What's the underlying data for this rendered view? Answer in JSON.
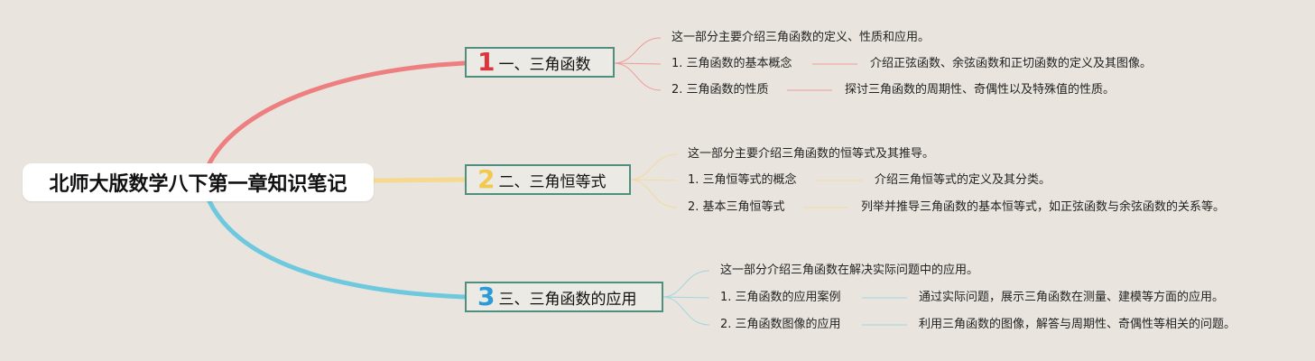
{
  "root": {
    "title": "北师大版数学八下第一章知识笔记"
  },
  "colors": {
    "branch1": "#ee7f80",
    "branch2": "#f6d98f",
    "branch3": "#6ec9df",
    "box_border": "#4e8f7f"
  },
  "branches": [
    {
      "num": "1",
      "num_color": "#d9363e",
      "label": "一、三角函数",
      "intro": "这一部分主要介绍三角函数的定义、性质和应用。",
      "items": [
        {
          "title": "1. 三角函数的基本概念",
          "desc": "介绍正弦函数、余弦函数和正切函数的定义及其图像。"
        },
        {
          "title": "2. 三角函数的性质",
          "desc": "探讨三角函数的周期性、奇偶性以及特殊值的性质。"
        }
      ]
    },
    {
      "num": "2",
      "num_color": "#f2c94c",
      "label": "二、三角恒等式",
      "intro": "这一部分主要介绍三角函数的恒等式及其推导。",
      "items": [
        {
          "title": "1. 三角恒等式的概念",
          "desc": "介绍三角恒等式的定义及其分类。"
        },
        {
          "title": "2. 基本三角恒等式",
          "desc": "列举并推导三角函数的基本恒等式，如正弦函数与余弦函数的关系等。"
        }
      ]
    },
    {
      "num": "3",
      "num_color": "#2c9ad8",
      "label": "三、三角函数的应用",
      "intro": "这一部分介绍三角函数在解决实际问题中的应用。",
      "items": [
        {
          "title": "1. 三角函数的应用案例",
          "desc": "通过实际问题，展示三角函数在测量、建模等方面的应用。"
        },
        {
          "title": "2. 三角函数图像的应用",
          "desc": "利用三角函数的图像，解答与周期性、奇偶性等相关的问题。"
        }
      ]
    }
  ]
}
